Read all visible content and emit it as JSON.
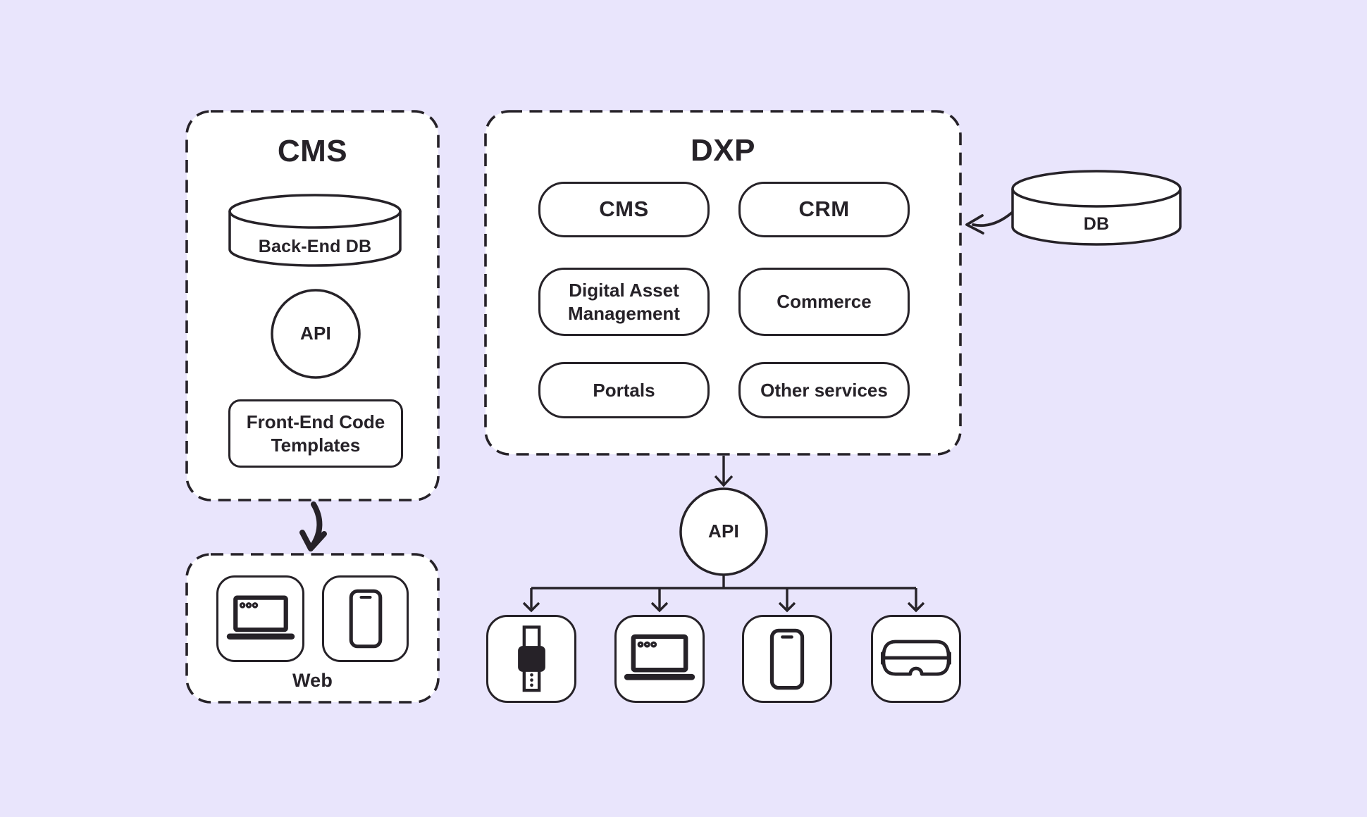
{
  "diagram": {
    "background": "#E9E5FC",
    "ink": "#262228",
    "panel_fill": "#FFFFFF"
  },
  "cms_panel": {
    "title": "CMS",
    "database_label": "Back-End DB",
    "api_label": "API",
    "templates_label": "Front-End Code Templates"
  },
  "web_panel": {
    "label": "Web",
    "icons": [
      "laptop-icon",
      "smartphone-icon"
    ]
  },
  "dxp_panel": {
    "title": "DXP",
    "modules": [
      {
        "label": "CMS"
      },
      {
        "label": "CRM"
      },
      {
        "label": "Digital Asset Management"
      },
      {
        "label": "Commerce"
      },
      {
        "label": "Portals"
      },
      {
        "label": "Other services"
      }
    ]
  },
  "external_db": {
    "label": "DB"
  },
  "api_hub": {
    "label": "API"
  },
  "device_row": {
    "icons": [
      "smartwatch-icon",
      "laptop-icon",
      "smartphone-icon",
      "vr-headset-icon"
    ]
  }
}
